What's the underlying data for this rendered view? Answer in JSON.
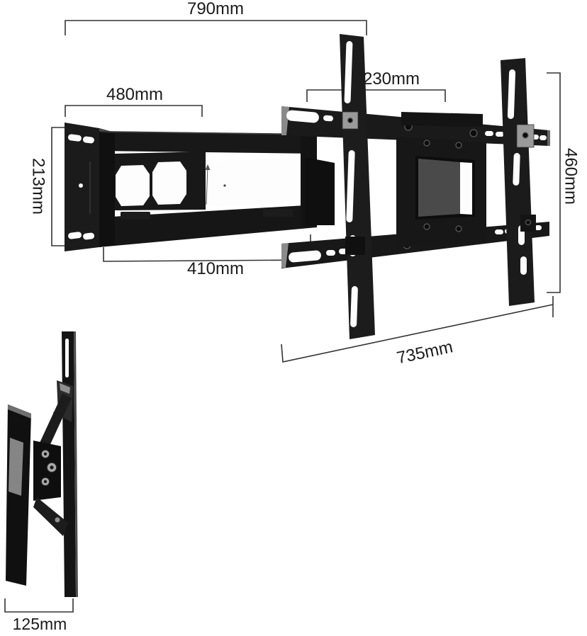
{
  "figure": {
    "type": "product-dimension-diagram",
    "background": "#ffffff",
    "colors": {
      "annotation_line": "#333333",
      "annotation_text": "#1b1b1b",
      "metal_black": "#151515",
      "metal_dark": "#0f0f0f",
      "metal_mid": "#1d1d1d",
      "metal_gray": "#8f8f8f",
      "cutout_white": "#fdfdfd"
    }
  },
  "front_view": {
    "dims": {
      "overall_width": "790mm",
      "arm_span": "480mm",
      "center_bracket_width": "230mm",
      "wall_plate_height": "213mm",
      "rail_height": "460mm",
      "arm_length": "410mm",
      "bracket_span": "735mm"
    }
  },
  "side_view": {
    "dims": {
      "folded_depth": "125mm"
    }
  }
}
